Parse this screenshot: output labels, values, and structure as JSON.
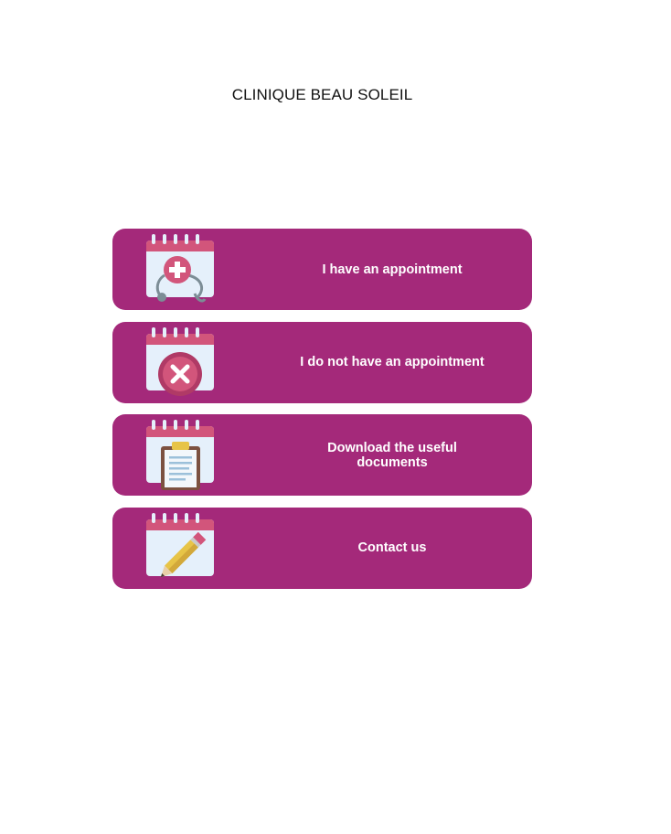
{
  "header": {
    "title": "CLINIQUE BEAU SOLEIL"
  },
  "menu": {
    "items": [
      {
        "label": "I have an appointment",
        "icon": "calendar-medical-icon"
      },
      {
        "label": "I do not have an appointment",
        "icon": "calendar-cancel-icon"
      },
      {
        "label": "Download the useful documents",
        "icon": "calendar-clipboard-icon"
      },
      {
        "label": "Contact us",
        "icon": "calendar-pencil-icon"
      }
    ]
  },
  "colors": {
    "card_background": "#a4297a",
    "card_text": "#ffffff",
    "title_text": "#111111"
  }
}
